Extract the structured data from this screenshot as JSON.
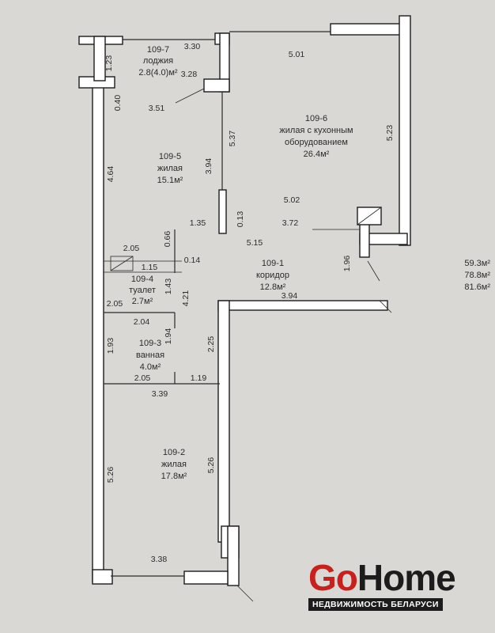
{
  "rooms": {
    "loggia": {
      "number": "109-7",
      "name": "лоджия",
      "area": "2.8(4.0)м²"
    },
    "kitchen_living": {
      "number": "109-6",
      "name_line1": "жилая с кухонным",
      "name_line2": "оборудованием",
      "area": "26.4м²"
    },
    "living_1": {
      "number": "109-5",
      "name": "жилая",
      "area": "15.1м²"
    },
    "toilet": {
      "number": "109-4",
      "name": "туалет",
      "area": "2.7м²"
    },
    "corridor": {
      "number": "109-1",
      "name": "коридор",
      "area": "12.8м²"
    },
    "bathroom": {
      "number": "109-3",
      "name": "ванная",
      "area": "4.0м²"
    },
    "living_2": {
      "number": "109-2",
      "name": "жилая",
      "area": "17.8м²"
    }
  },
  "dimensions": {
    "d_330": "3.30",
    "d_123": "1.23",
    "d_328": "3.28",
    "d_501": "5.01",
    "d_040": "0.40",
    "d_351": "3.51",
    "d_537": "5.37",
    "d_523": "5.23",
    "d_464": "4.64",
    "d_394a": "3.94",
    "d_502": "5.02",
    "d_135": "1.35",
    "d_013": "0.13",
    "d_372": "3.72",
    "d_066": "0.66",
    "d_205a": "2.05",
    "d_515": "5.15",
    "d_115": "1.15",
    "d_014": "0.14",
    "d_196": "1.96",
    "d_143": "1.43",
    "d_421": "4.21",
    "d_394b": "3.94",
    "d_205b": "2.05",
    "d_204": "2.04",
    "d_194": "1.94",
    "d_193": "1.93",
    "d_225": "2.25",
    "d_205c": "2.05",
    "d_119": "1.19",
    "d_339": "3.39",
    "d_526a": "5.26",
    "d_526b": "5.26",
    "d_338": "3.38"
  },
  "totals": {
    "t1": "59.3м²",
    "t2": "78.8м²",
    "t3": "81.6м²"
  },
  "logo": {
    "part1": "Go",
    "part2": "Home",
    "tagline": "НЕДВИЖИМОСТЬ БЕЛАРУСИ"
  },
  "colors": {
    "paper": "#d9d8d4",
    "wall": "#ffffff",
    "ink": "#1c1c1c",
    "brand_red": "#c8201c"
  }
}
